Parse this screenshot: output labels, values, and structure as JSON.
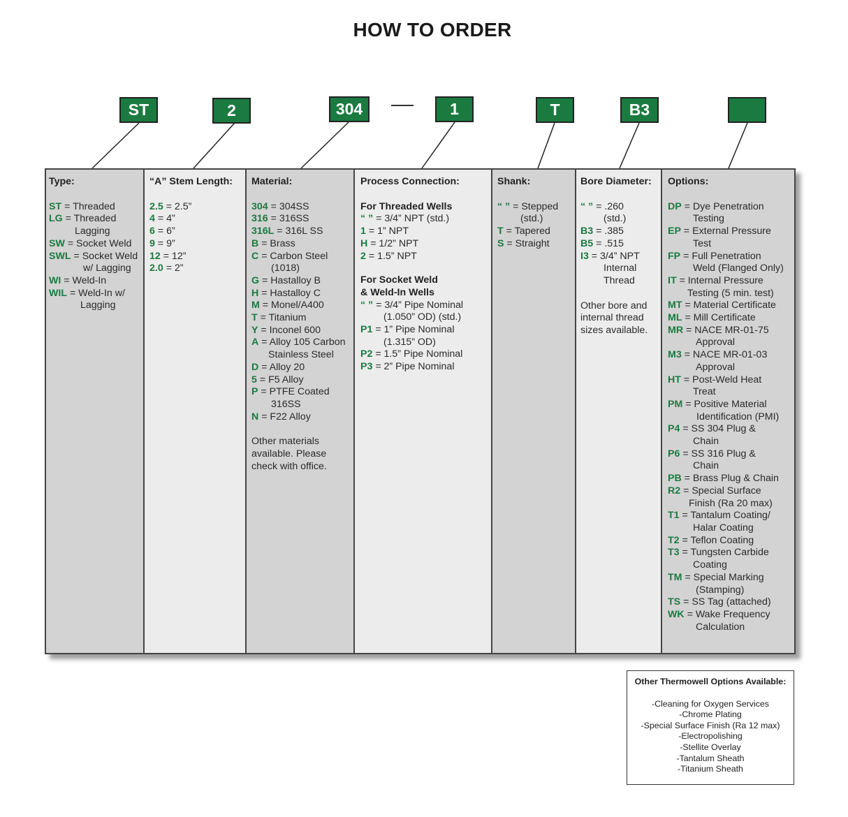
{
  "title": "HOW TO ORDER",
  "codes": [
    "ST",
    "2",
    "304",
    "1",
    "T",
    "B3",
    ""
  ],
  "separator": "—",
  "columns": [
    {
      "heading": "Type:",
      "entries": [
        {
          "code": "ST",
          "lines": [
            "= Threaded"
          ]
        },
        {
          "code": "LG",
          "lines": [
            "= Threaded",
            "Lagging"
          ]
        },
        {
          "code": "SW",
          "lines": [
            "= Socket Weld"
          ]
        },
        {
          "code": "SWL",
          "lines": [
            "= Socket Weld",
            "w/ Lagging"
          ]
        },
        {
          "code": "WI",
          "lines": [
            "= Weld-In"
          ]
        },
        {
          "code": "WIL",
          "lines": [
            "= Weld-In w/",
            "Lagging"
          ]
        }
      ]
    },
    {
      "heading": "“A” Stem Length:",
      "entries": [
        {
          "code": "2.5",
          "lines": [
            "= 2.5”"
          ]
        },
        {
          "code": "4",
          "lines": [
            "= 4”"
          ]
        },
        {
          "code": "6",
          "lines": [
            "= 6”"
          ]
        },
        {
          "code": "9",
          "lines": [
            "= 9”"
          ]
        },
        {
          "code": "12",
          "lines": [
            "= 12”"
          ]
        },
        {
          "code": "2.0",
          "lines": [
            "= 2”"
          ]
        }
      ]
    },
    {
      "heading": "Material:",
      "entries": [
        {
          "code": "304",
          "lines": [
            "= 304SS"
          ]
        },
        {
          "code": "316",
          "lines": [
            "= 316SS"
          ]
        },
        {
          "code": "316L",
          "lines": [
            "= 316L SS"
          ]
        },
        {
          "code": "B",
          "lines": [
            "= Brass"
          ]
        },
        {
          "code": "C",
          "lines": [
            "= Carbon Steel",
            "(1018)"
          ]
        },
        {
          "code": "G",
          "lines": [
            "= Hastalloy B"
          ]
        },
        {
          "code": "H",
          "lines": [
            "= Hastalloy C"
          ]
        },
        {
          "code": "M",
          "lines": [
            "= Monel/A400"
          ]
        },
        {
          "code": "T",
          "lines": [
            "= Titanium"
          ]
        },
        {
          "code": "Y",
          "lines": [
            "= Inconel 600"
          ]
        },
        {
          "code": "A",
          "lines": [
            "= Alloy 105 Carbon",
            "Stainless Steel"
          ]
        },
        {
          "code": "D",
          "lines": [
            "= Alloy 20"
          ]
        },
        {
          "code": "5",
          "lines": [
            "= F5 Alloy"
          ]
        },
        {
          "code": "P",
          "lines": [
            "= PTFE Coated",
            "316SS"
          ]
        },
        {
          "code": "N",
          "lines": [
            "= F22 Alloy"
          ]
        }
      ],
      "note": [
        "Other materials",
        "available. Please",
        "check with office."
      ]
    },
    {
      "heading": "Process Connection:",
      "groups": [
        {
          "subheading": [
            "For Threaded Wells"
          ],
          "entries": [
            {
              "code": "“ ”",
              "lines": [
                "= 3/4” NPT (std.)"
              ]
            },
            {
              "code": "1",
              "lines": [
                "= 1” NPT"
              ]
            },
            {
              "code": "H",
              "lines": [
                "= 1/2” NPT"
              ]
            },
            {
              "code": "2",
              "lines": [
                "= 1.5” NPT"
              ]
            }
          ]
        },
        {
          "subheading": [
            "For Socket Weld",
            "& Weld-In Wells"
          ],
          "entries": [
            {
              "code": "“ ”",
              "lines": [
                "= 3/4” Pipe Nominal",
                "(1.050” OD) (std.)"
              ]
            },
            {
              "code": "P1",
              "lines": [
                "= 1” Pipe Nominal",
                "(1.315” OD)"
              ]
            },
            {
              "code": "P2",
              "lines": [
                "= 1.5” Pipe Nominal"
              ]
            },
            {
              "code": "P3",
              "lines": [
                "= 2” Pipe Nominal"
              ]
            }
          ]
        }
      ]
    },
    {
      "heading": "Shank:",
      "entries": [
        {
          "code": "“ ”",
          "lines": [
            "= Stepped",
            "(std.)"
          ]
        },
        {
          "code": "T",
          "lines": [
            "= Tapered"
          ]
        },
        {
          "code": "S",
          "lines": [
            "= Straight"
          ]
        }
      ]
    },
    {
      "heading": "Bore Diameter:",
      "entries": [
        {
          "code": "“ ”",
          "lines": [
            "= .260",
            "(std.)"
          ]
        },
        {
          "code": "B3",
          "lines": [
            "= .385"
          ]
        },
        {
          "code": "B5",
          "lines": [
            "= .515"
          ]
        },
        {
          "code": "I3",
          "lines": [
            "= 3/4” NPT",
            "Internal",
            "Thread"
          ]
        }
      ],
      "note": [
        "Other bore and",
        "internal thread",
        "sizes available."
      ]
    },
    {
      "heading": "Options:",
      "entries": [
        {
          "code": "DP",
          "lines": [
            "= Dye Penetration",
            "Testing"
          ]
        },
        {
          "code": "EP",
          "lines": [
            "= External Pressure",
            "Test"
          ]
        },
        {
          "code": "FP",
          "lines": [
            "= Full Penetration",
            "Weld (Flanged Only)"
          ]
        },
        {
          "code": "IT",
          "lines": [
            "= Internal Pressure",
            "Testing (5 min. test)"
          ]
        },
        {
          "code": "MT",
          "lines": [
            "= Material Certificate"
          ]
        },
        {
          "code": "ML",
          "lines": [
            "= Mill Certificate"
          ]
        },
        {
          "code": "MR",
          "lines": [
            "= NACE MR-01-75",
            "Approval"
          ]
        },
        {
          "code": "M3",
          "lines": [
            "= NACE MR-01-03",
            "Approval"
          ]
        },
        {
          "code": "HT",
          "lines": [
            "= Post-Weld Heat",
            "Treat"
          ]
        },
        {
          "code": "PM",
          "lines": [
            "= Positive Material",
            "Identification (PMI)"
          ]
        },
        {
          "code": "P4",
          "lines": [
            "= SS 304 Plug &",
            "Chain"
          ]
        },
        {
          "code": "P6",
          "lines": [
            "= SS 316 Plug &",
            "Chain"
          ]
        },
        {
          "code": "PB",
          "lines": [
            "= Brass Plug & Chain"
          ]
        },
        {
          "code": "R2",
          "lines": [
            "= Special Surface",
            "Finish (Ra 20 max)"
          ]
        },
        {
          "code": "T1",
          "lines": [
            "= Tantalum Coating/",
            "Halar Coating"
          ]
        },
        {
          "code": "T2",
          "lines": [
            "= Teflon Coating"
          ]
        },
        {
          "code": "T3",
          "lines": [
            "= Tungsten Carbide",
            "Coating"
          ]
        },
        {
          "code": "TM",
          "lines": [
            "= Special Marking",
            "(Stamping)"
          ]
        },
        {
          "code": "TS",
          "lines": [
            "= SS Tag (attached)"
          ]
        },
        {
          "code": "WK",
          "lines": [
            "= Wake Frequency",
            "Calculation"
          ]
        }
      ]
    }
  ],
  "other_options": {
    "title": "Other Thermowell Options Available:",
    "items": [
      "-Cleaning for Oxygen Services",
      "-Chrome Plating",
      "-Special Surface Finish (Ra 12 max)",
      "-Electropolishing",
      "-Stellite Overlay",
      "-Tantalum Sheath",
      "-Titanium Sheath"
    ]
  }
}
